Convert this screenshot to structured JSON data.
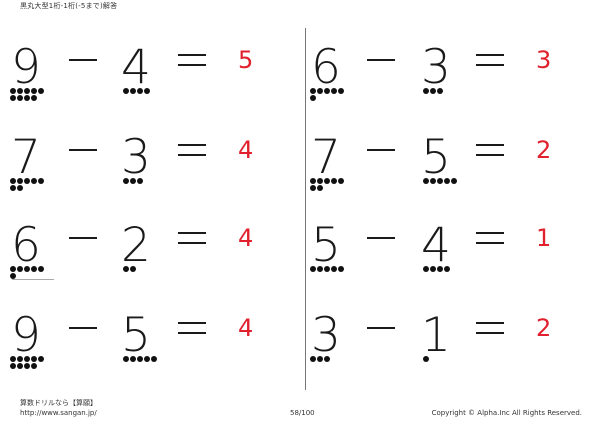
{
  "header": {
    "title": "黒丸大型1桁-1桁(-5まで)解答"
  },
  "problems": [
    {
      "a": "9",
      "b": "4",
      "answer": "5",
      "a_count": 9,
      "b_count": 4
    },
    {
      "a": "6",
      "b": "3",
      "answer": "3",
      "a_count": 6,
      "b_count": 3
    },
    {
      "a": "7",
      "b": "3",
      "answer": "4",
      "a_count": 7,
      "b_count": 3
    },
    {
      "a": "7",
      "b": "5",
      "answer": "2",
      "a_count": 7,
      "b_count": 5
    },
    {
      "a": "6",
      "b": "2",
      "answer": "4",
      "a_count": 6,
      "b_count": 2
    },
    {
      "a": "5",
      "b": "4",
      "answer": "1",
      "a_count": 5,
      "b_count": 4
    },
    {
      "a": "9",
      "b": "5",
      "answer": "4",
      "a_count": 9,
      "b_count": 5
    },
    {
      "a": "3",
      "b": "1",
      "answer": "2",
      "a_count": 3,
      "b_count": 1
    }
  ],
  "footer": {
    "site_name": "算数ドリルなら【算願】",
    "url": "http://www.sangan.jp/",
    "page": "58/100",
    "copyright": "Copyright © Alpha.Inc All Rights Reserved."
  },
  "colors": {
    "answer": "#e0202c",
    "text": "#1a1a1a"
  }
}
